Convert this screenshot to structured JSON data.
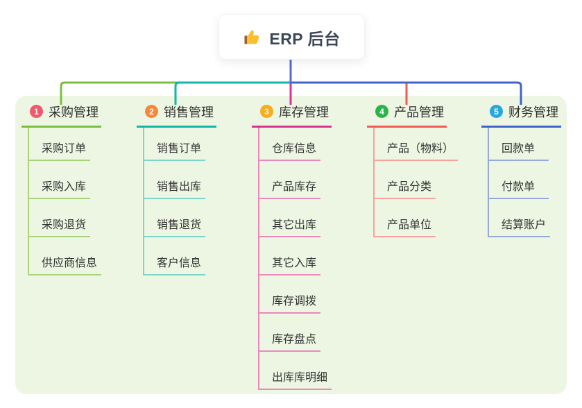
{
  "root": {
    "title": "ERP 后台",
    "icon": "thumbs-up",
    "icon_color": "#fbc12d",
    "stem_color": "#5b68d4"
  },
  "canvas": {
    "background": "#ffffff",
    "panel_background": "#ecf6e2"
  },
  "branches": [
    {
      "number": "1",
      "label": "采购管理",
      "badge_color": "#f4566b",
      "line_color": "#7abf3f",
      "child_line_color": "#a8d37d",
      "children": [
        "采购订单",
        "采购入库",
        "采购退货",
        "供应商信息"
      ]
    },
    {
      "number": "2",
      "label": "销售管理",
      "badge_color": "#f5883f",
      "line_color": "#12b5a6",
      "child_line_color": "#7cd5c9",
      "children": [
        "销售订单",
        "销售出库",
        "销售退货",
        "客户信息"
      ]
    },
    {
      "number": "3",
      "label": "库存管理",
      "badge_color": "#fbab1c",
      "line_color": "#d6348f",
      "child_line_color": "#e989bd",
      "children": [
        "仓库信息",
        "产品库存",
        "其它出库",
        "其它入库",
        "库存调拨",
        "库存盘点",
        "出库库明细"
      ]
    },
    {
      "number": "4",
      "label": "产品管理",
      "badge_color": "#2cb34a",
      "line_color": "#f25a54",
      "child_line_color": "#f8a29c",
      "children": [
        "产品（物料）",
        "产品分类",
        "产品单位"
      ]
    },
    {
      "number": "5",
      "label": "财务管理",
      "badge_color": "#28a6e2",
      "line_color": "#3f63cb",
      "child_line_color": "#96a9dc",
      "children": [
        "回款单",
        "付款单",
        "结算账户"
      ]
    }
  ]
}
